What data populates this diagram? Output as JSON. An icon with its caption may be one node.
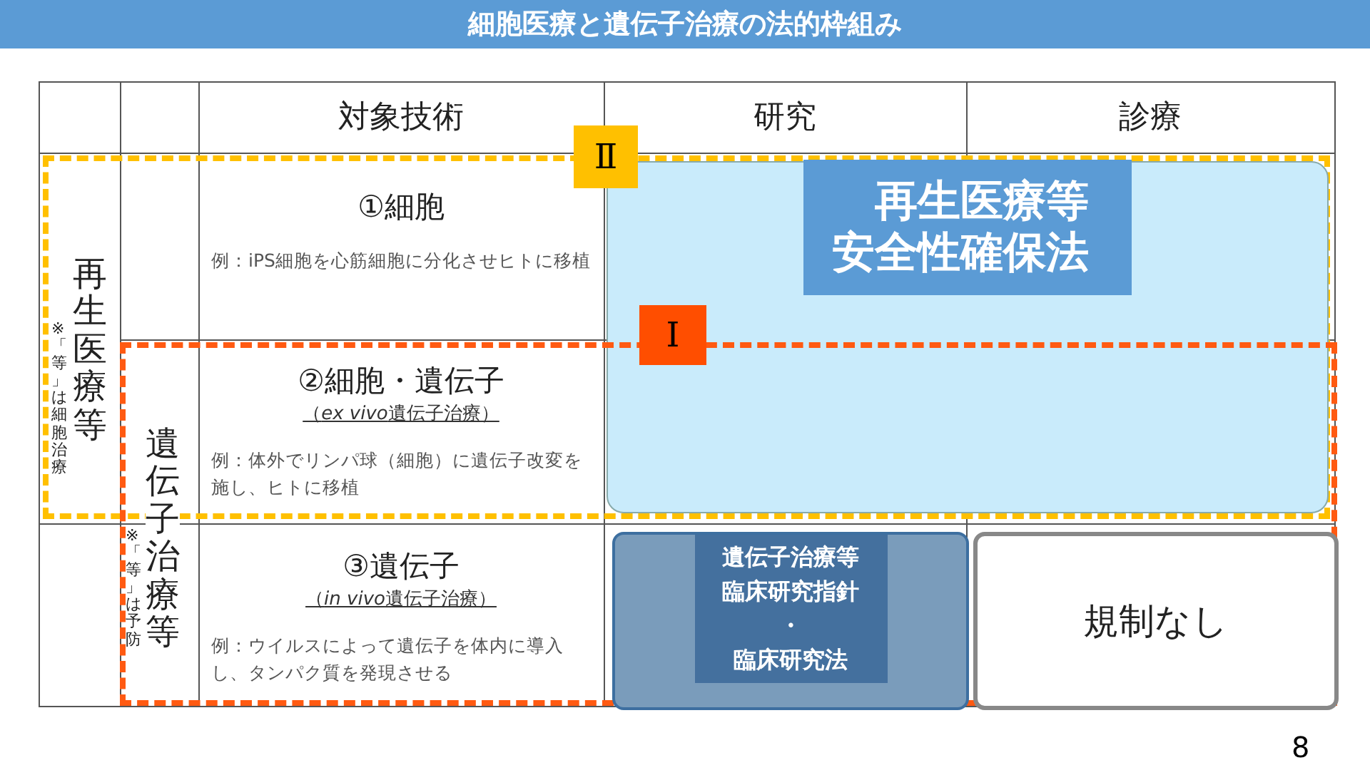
{
  "diagram": {
    "title": "細胞医療と遺伝子治療の法的枠組み",
    "nodes": [
      {
        "text": [
          "※「等」は細胞治療",
          "再生医療等"
        ]
      },
      {
        "text": [
          "※「等」は予防",
          "遺伝子治療等"
        ]
      },
      {
        "text": [
          "Ⅱ"
        ]
      },
      {
        "text": [
          "Ⅰ"
        ],
        "in": 4
      },
      {
        "text": [
          "再生医療等安全性確保法"
        ],
        "in": 0
      },
      {
        "text": [
          "遺伝子治療等臨床研究指針",
          "・",
          "臨床研究法"
        ],
        "in": 1
      },
      {
        "text": [
          "規制なし"
        ],
        "in": 1
      }
    ],
    "labels": [
      "対象技術",
      "研究",
      "診療",
      "①細胞",
      "例：iPS細胞を心筋細胞に分化させヒトに移植",
      "②細胞・遺伝子",
      "（ex vivo遺伝子治療）",
      "例：体外でリンパ球（細胞）に遺伝子改変を施し、ヒトに移植",
      "③遺伝子",
      "（in vivo遺伝子治療）",
      "例：ウイルスによって遺伝子を体内に導入し、タンパク質を発現させる",
      "8"
    ]
  }
}
